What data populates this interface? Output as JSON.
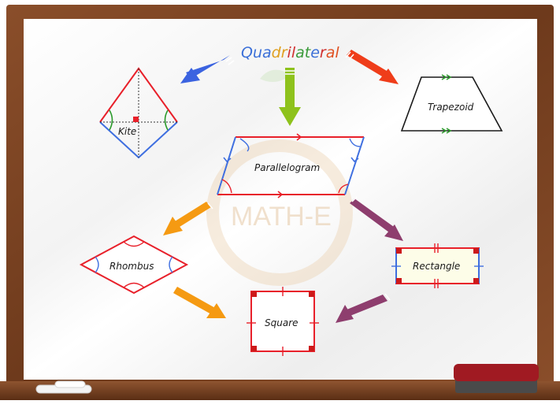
{
  "title": {
    "text": "Quadrilateral",
    "letters": [
      {
        "ch": "Q",
        "color": "#3a6fd8"
      },
      {
        "ch": "u",
        "color": "#3a6fd8"
      },
      {
        "ch": "a",
        "color": "#3a6fd8"
      },
      {
        "ch": "d",
        "color": "#e0a020"
      },
      {
        "ch": "r",
        "color": "#e0a020"
      },
      {
        "ch": "i",
        "color": "#d03030"
      },
      {
        "ch": "l",
        "color": "#d03030"
      },
      {
        "ch": "a",
        "color": "#3a9a3a"
      },
      {
        "ch": "t",
        "color": "#3a9a3a"
      },
      {
        "ch": "e",
        "color": "#3a6fd8"
      },
      {
        "ch": "r",
        "color": "#d03030"
      },
      {
        "ch": "a",
        "color": "#e05020"
      },
      {
        "ch": "l",
        "color": "#e05020"
      }
    ]
  },
  "shapes": {
    "kite": "Kite",
    "trapezoid": "Trapezoid",
    "parallelogram": "Parallelogram",
    "rhombus": "Rhombus",
    "rectangle": "Rectangle",
    "square": "Square"
  },
  "watermark": "MATH-E",
  "colors": {
    "frame": "#7a4424",
    "red": "#e8202a",
    "blue": "#3f6fe0",
    "green": "#2a9a2a",
    "arrow_blue": "#3b63e0",
    "arrow_red": "#ef3d1a",
    "arrow_green": "#8ec21c",
    "arrow_orange": "#f59a12",
    "arrow_purple": "#8e3e6e"
  }
}
